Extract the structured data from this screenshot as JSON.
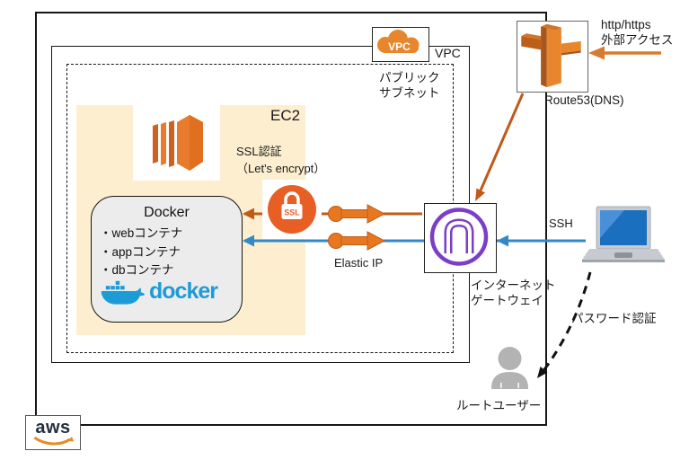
{
  "colors": {
    "aws_icon_orange": "#E8862D",
    "line_orange": "#C05A1A",
    "http_arrow_orange": "#D97B2E",
    "line_blue": "#3389C8",
    "docker_blue": "#1D9BD7",
    "igw_purple": "#7B3EC8",
    "ssl_circle_orange": "#E85F25",
    "ec2_area_bg": "#FCEECF",
    "docker_box_bg": "#ECECEC",
    "person_gray": "#B3B3B3",
    "aws_navy": "#232F3E"
  },
  "aws_cloud": {
    "logo_text": "aws"
  },
  "vpc": {
    "icon_text": "VPC",
    "label": "VPC"
  },
  "subnet": {
    "label_line1": "パブリック",
    "label_line2": "サブネット"
  },
  "ec2": {
    "label": "EC2"
  },
  "ssl": {
    "label_line1": "SSL認証",
    "label_line2": "（Let's encrypt）",
    "icon_text": "SSL"
  },
  "docker": {
    "title": "Docker",
    "items": [
      "・webコンテナ",
      "・appコンテナ",
      "・dbコンテナ"
    ],
    "logo_text": "docker"
  },
  "elastic_ip": {
    "label": "Elastic IP"
  },
  "igw": {
    "label_line1": "インターネット",
    "label_line2": "ゲートウェイ"
  },
  "route53": {
    "label": "Route53(DNS)"
  },
  "external_access": {
    "line1": "http/https",
    "line2": "外部アクセス"
  },
  "ssh": {
    "label": "SSH"
  },
  "password_auth": {
    "label": "パスワード認証"
  },
  "root_user": {
    "label": "ルートユーザー"
  }
}
